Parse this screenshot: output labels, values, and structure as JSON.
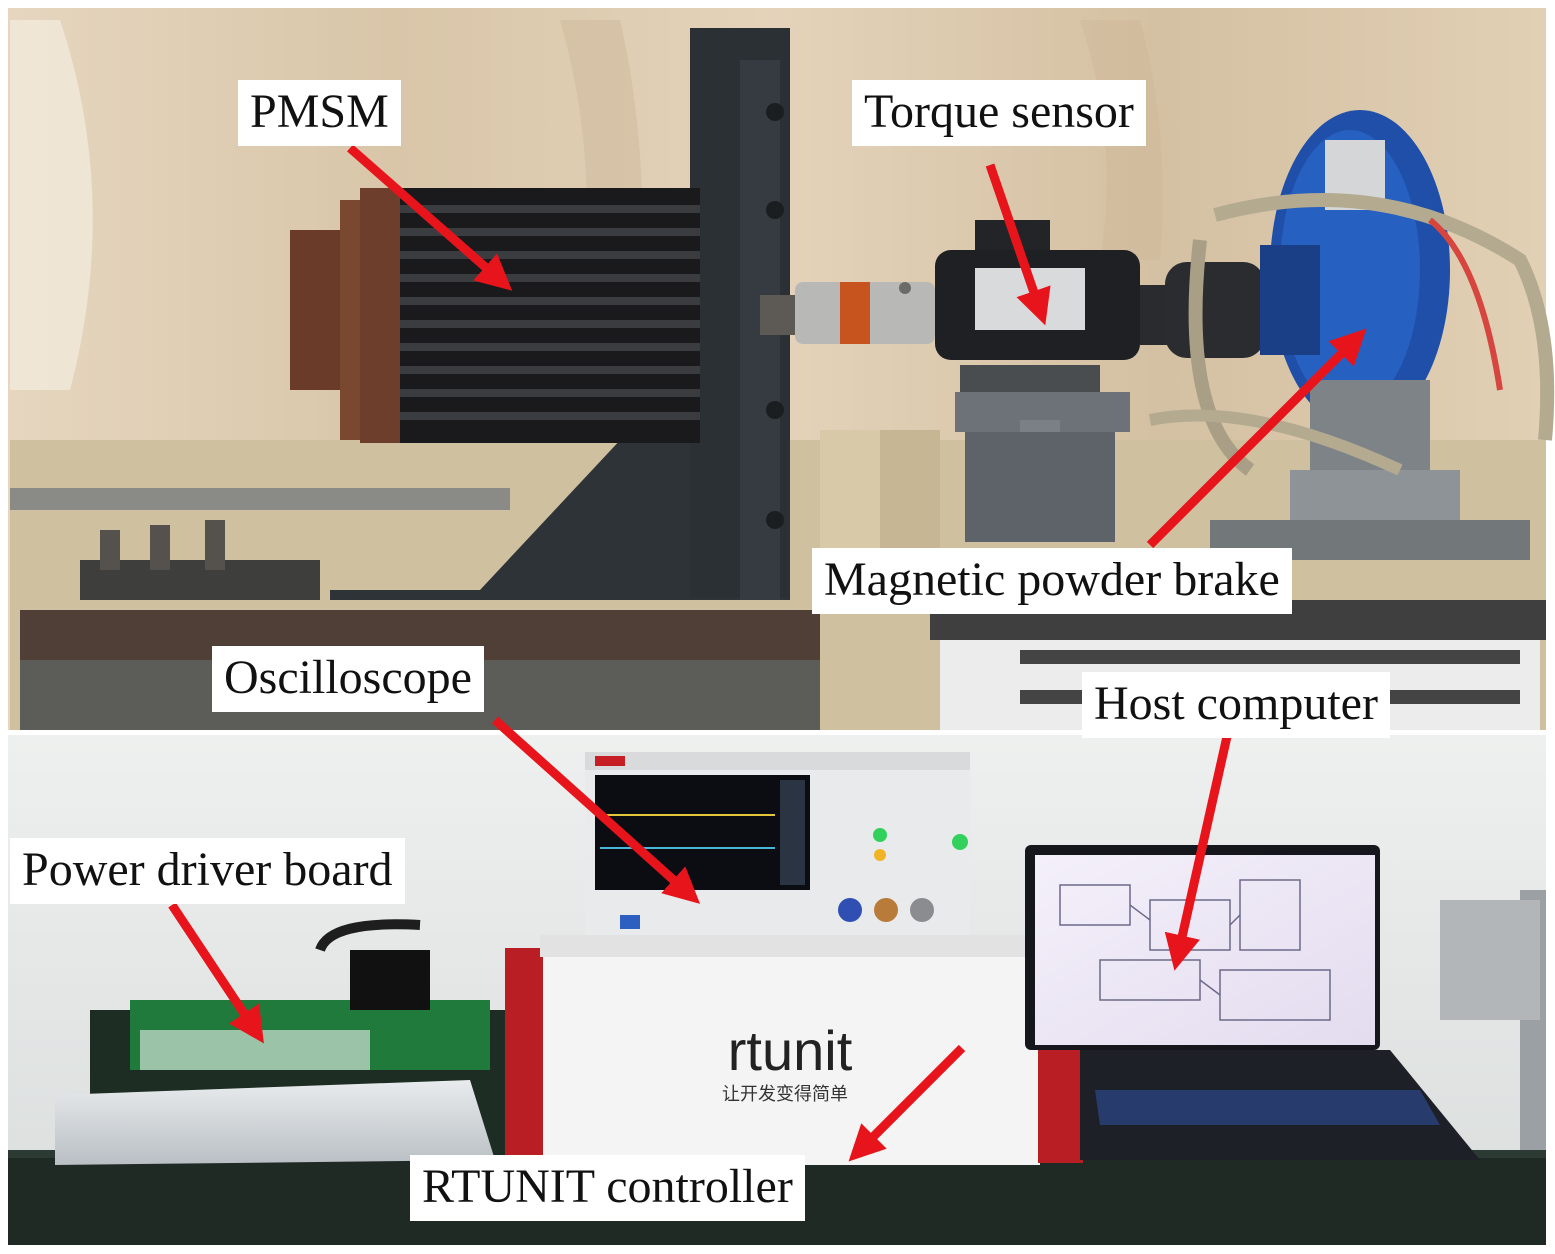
{
  "labels": {
    "pmsm": "PMSM",
    "torque_sensor": "Torque sensor",
    "magnetic_powder_brake": "Magnetic powder brake",
    "oscilloscope": "Oscilloscope",
    "host_computer": "Host computer",
    "power_driver_board": "Power driver board",
    "rtunit_controller": "RTUNIT controller"
  },
  "device_text": {
    "controller_logo": "rtunit",
    "controller_slogan": "让开发变得简单"
  },
  "colors": {
    "arrow": "#e8141b",
    "label_bg": "#ffffff",
    "label_text": "#111111",
    "controller_red": "#b81e24",
    "brake_blue": "#1f4fa8"
  }
}
